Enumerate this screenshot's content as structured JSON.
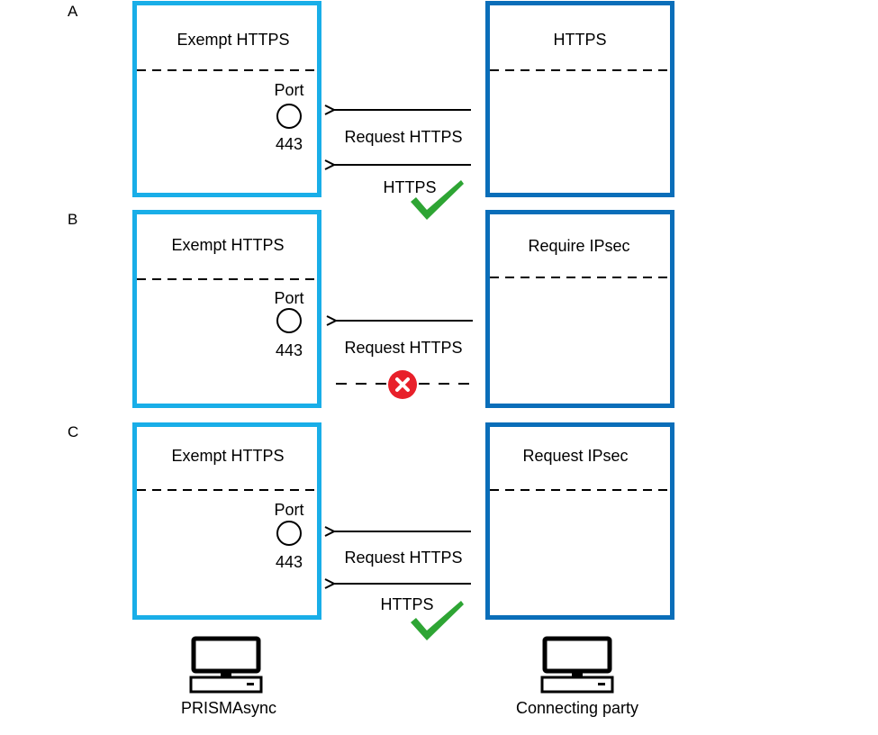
{
  "colors": {
    "left_box": "#19aee8",
    "right_box": "#0a6eb9",
    "check": "#2ea534",
    "error": "#e8202a"
  },
  "sections": [
    {
      "label": "A",
      "left_title": "Exempt HTTPS",
      "right_title": "HTTPS",
      "port_label": "Port",
      "port_number": "443",
      "request_label": "Request HTTPS",
      "response_label": "HTTPS",
      "outcome": "success"
    },
    {
      "label": "B",
      "left_title": "Exempt HTTPS",
      "right_title": "Require IPsec",
      "port_label": "Port",
      "port_number": "443",
      "request_label": "Request HTTPS",
      "response_label": "",
      "outcome": "failure"
    },
    {
      "label": "C",
      "left_title": "Exempt HTTPS",
      "right_title": "Request IPsec",
      "port_label": "Port",
      "port_number": "443",
      "request_label": "Request HTTPS",
      "response_label": "HTTPS",
      "outcome": "success"
    }
  ],
  "computers": {
    "left": {
      "label": "PRISMAsync",
      "icon": "computer-icon"
    },
    "right": {
      "label": "Connecting party",
      "icon": "computer-icon"
    }
  }
}
